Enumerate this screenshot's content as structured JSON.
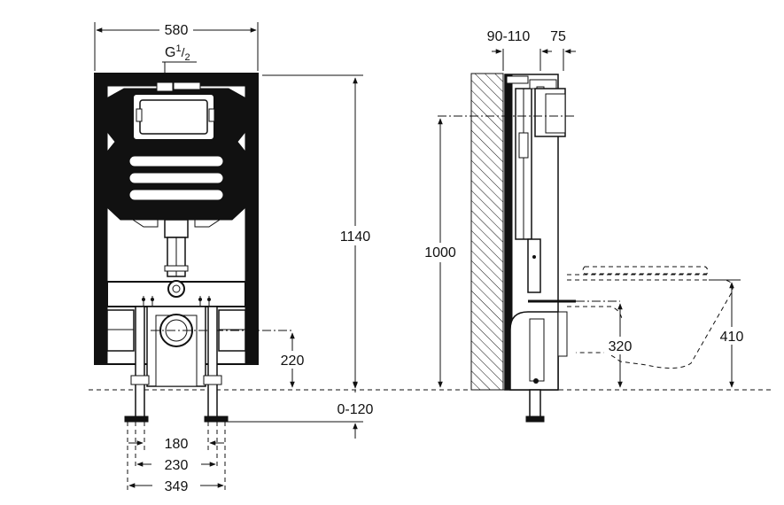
{
  "dimensions": {
    "frame_width": "580",
    "connection": "G",
    "connection_sup": "1",
    "connection_sub": "2",
    "total_height": "1140",
    "bolt_height": "220",
    "floor_adjust": "0-120",
    "foot_180": "180",
    "foot_230": "230",
    "foot_349": "349",
    "wall_depth": "90-110",
    "offset_75": "75",
    "height_1000": "1000",
    "drain_320": "320",
    "seat_410": "410"
  }
}
